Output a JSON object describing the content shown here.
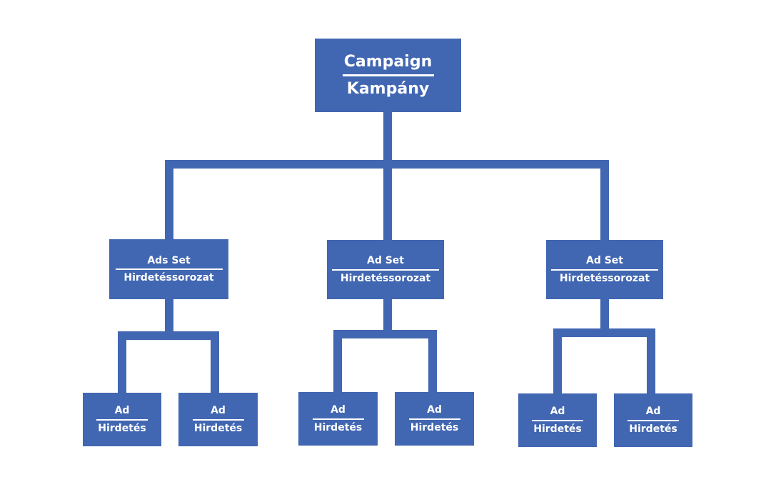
{
  "colors": {
    "node_fill": "#4267b2",
    "connector": "#4267b2",
    "text": "#ffffff",
    "background": "#ffffff"
  },
  "campaign": {
    "title": "Campaign",
    "subtitle": "Kampány"
  },
  "ad_sets": [
    {
      "title": "Ads Set",
      "subtitle": "Hirdetéssorozat",
      "ads": [
        {
          "title": "Ad",
          "subtitle": "Hirdetés"
        },
        {
          "title": "Ad",
          "subtitle": "Hirdetés"
        }
      ]
    },
    {
      "title": "Ad Set",
      "subtitle": "Hirdetéssorozat",
      "ads": [
        {
          "title": "Ad",
          "subtitle": "Hirdetés"
        },
        {
          "title": "Ad",
          "subtitle": "Hirdetés"
        }
      ]
    },
    {
      "title": "Ad Set",
      "subtitle": "Hirdetéssorozat",
      "ads": [
        {
          "title": "Ad",
          "subtitle": "Hirdetés"
        },
        {
          "title": "Ad",
          "subtitle": "Hirdetés"
        }
      ]
    }
  ]
}
